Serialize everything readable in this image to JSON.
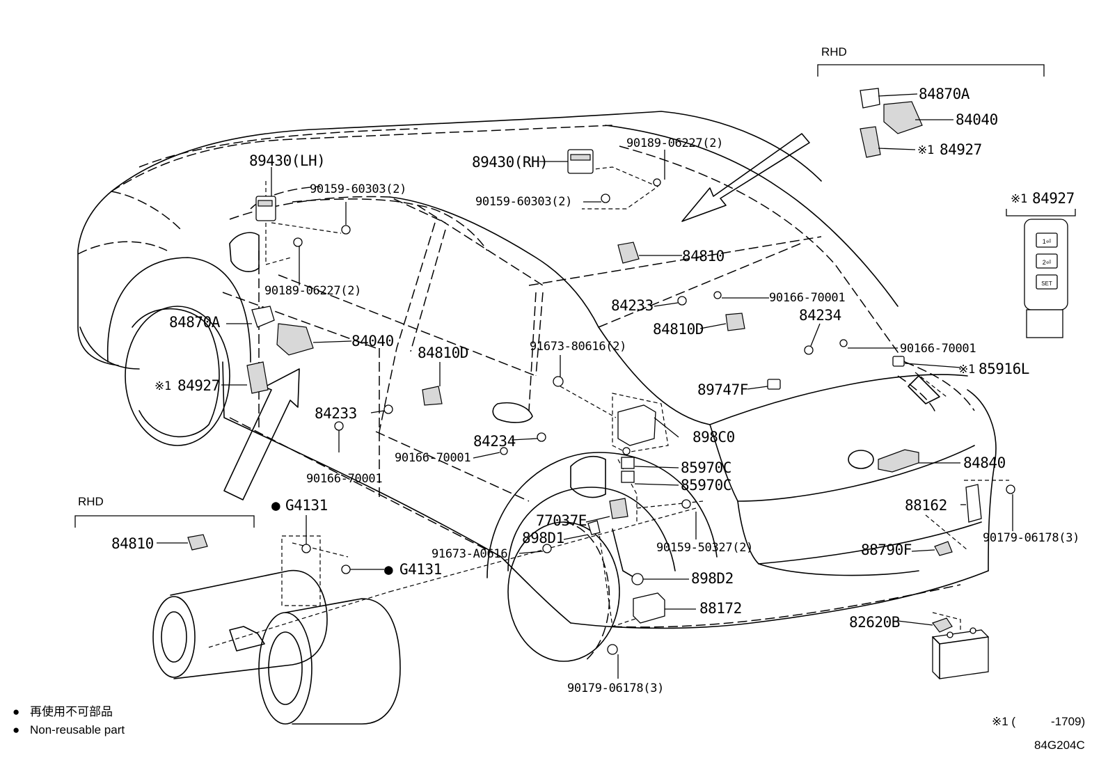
{
  "labels": {
    "p89430_lh": "89430(LH)",
    "p89430_rh": "89430(RH)",
    "p90159_60303_a": "90159-60303(2)",
    "p90159_60303_b": "90159-60303(2)",
    "p90189_06227_a": "90189-06227(2)",
    "p90189_06227_b": "90189-06227(2)",
    "p84870a_left": "84870A",
    "p84040_left": "84040",
    "p84927_left": "84927",
    "p84810d_mid": "84810D",
    "p84233_left": "84233",
    "p90166_70001_left": "90166-70001",
    "p84234_mid": "84234",
    "p90166_70001_mid": "90166-70001",
    "p84810_rhd_left": "84810",
    "p84810_top": "84810",
    "p84233_top": "84233",
    "p90166_70001_top": "90166-70001",
    "p84810d_top": "84810D",
    "p84234_top": "84234",
    "p90166_70001_right": "90166-70001",
    "p91673_80616": "91673-80616(2)",
    "p85916l": "85916L",
    "p89747f": "89747F",
    "p898c0": "898C0",
    "p85970c_a": "85970C",
    "p85970c_b": "85970C",
    "p84840": "84840",
    "p88162": "88162",
    "p77037e": "77037E",
    "p898d1": "898D1",
    "p91673_a0616": "91673-A0616",
    "p90159_50327": "90159-50327(2)",
    "p90179_06178_right": "90179-06178(3)",
    "p88790f": "88790F",
    "p898d2": "898D2",
    "p88172": "88172",
    "p82620b": "82620B",
    "p90179_06178_bottom": "90179-06178(3)",
    "pg4131_a": "G4131",
    "pg4131_b": "G4131",
    "p84870a_rhd": "84870A",
    "p84040_rhd": "84040",
    "p84927_rhd": "84927",
    "p84927_switch": "84927"
  },
  "marks": {
    "note_ref": "※1",
    "nonreusable_dot": "●"
  },
  "rhd_labels": {
    "top_right": "RHD",
    "bottom_left": "RHD"
  },
  "switch_buttons": [
    "1⏎",
    "2⏎",
    "SET"
  ],
  "legend": {
    "jp": "再使用不可部品",
    "en": "Non-reusable part"
  },
  "footnote": {
    "mark": "※1 (",
    "range": "-1709)"
  },
  "figure_code": "84G204C",
  "colors": {
    "line": "#000000",
    "background": "#ffffff"
  }
}
